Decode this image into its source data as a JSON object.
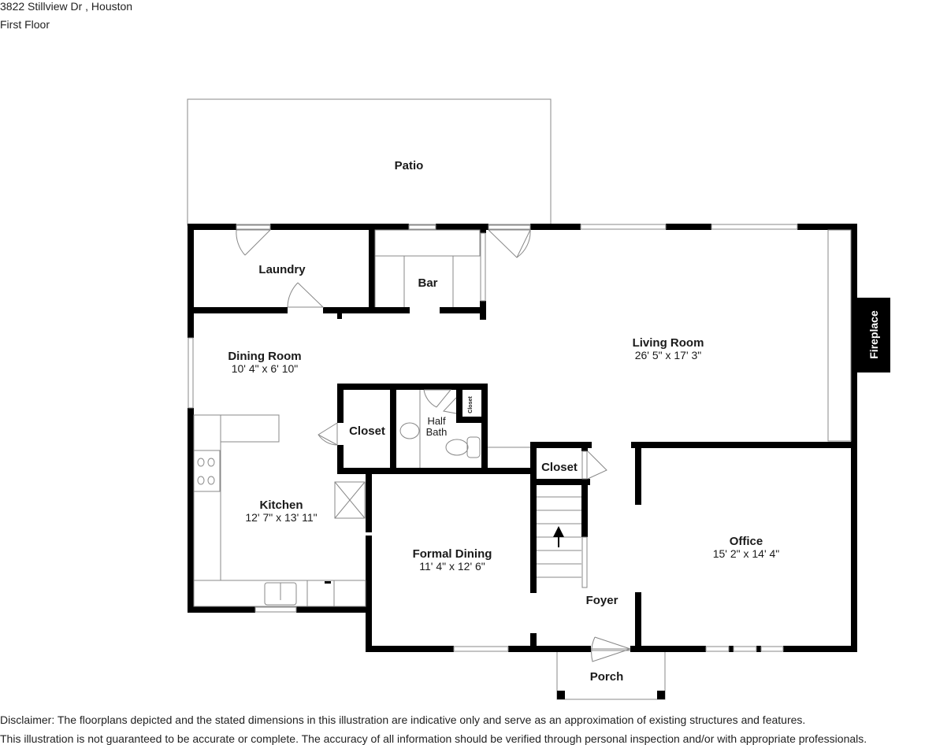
{
  "header": {
    "address": "3822 Stillview Dr , Houston",
    "floor": "First Floor"
  },
  "rooms": {
    "patio": {
      "name": "Patio"
    },
    "laundry": {
      "name": "Laundry"
    },
    "bar": {
      "name": "Bar"
    },
    "living_room": {
      "name": "Living Room",
      "dims": "26' 5\" x 17' 3\""
    },
    "fireplace": {
      "name": "Fireplace"
    },
    "dining_room": {
      "name": "Dining Room",
      "dims": "10' 4\" x 6' 10\""
    },
    "closet_dining": {
      "name": "Closet"
    },
    "half_bath": {
      "name": "Half Bath",
      "line1": "Half",
      "line2": "Bath"
    },
    "closet_bath": {
      "name": "Closet"
    },
    "closet_foyer": {
      "name": "Closet"
    },
    "kitchen": {
      "name": "Kitchen",
      "dims": "12' 7\" x 13' 11\""
    },
    "formal_dining": {
      "name": "Formal Dining",
      "dims": "11' 4\" x 12' 6\""
    },
    "office": {
      "name": "Office",
      "dims": "15' 2\" x 14' 4\""
    },
    "foyer": {
      "name": "Foyer"
    },
    "porch": {
      "name": "Porch"
    }
  },
  "disclaimer": {
    "line1": "Disclaimer: The floorplans depicted and the stated dimensions in this illustration are indicative only and serve as an approximation of existing structures and features.",
    "line2": "This illustration is not guaranteed to be accurate or complete. The accuracy of all information should be verified through personal inspection and/or with appropriate professionals."
  },
  "icons": {
    "stairs_arrow": "up-arrow-icon"
  },
  "colors": {
    "wall": "#000000",
    "fixture_line": "#888888",
    "background": "#ffffff"
  }
}
